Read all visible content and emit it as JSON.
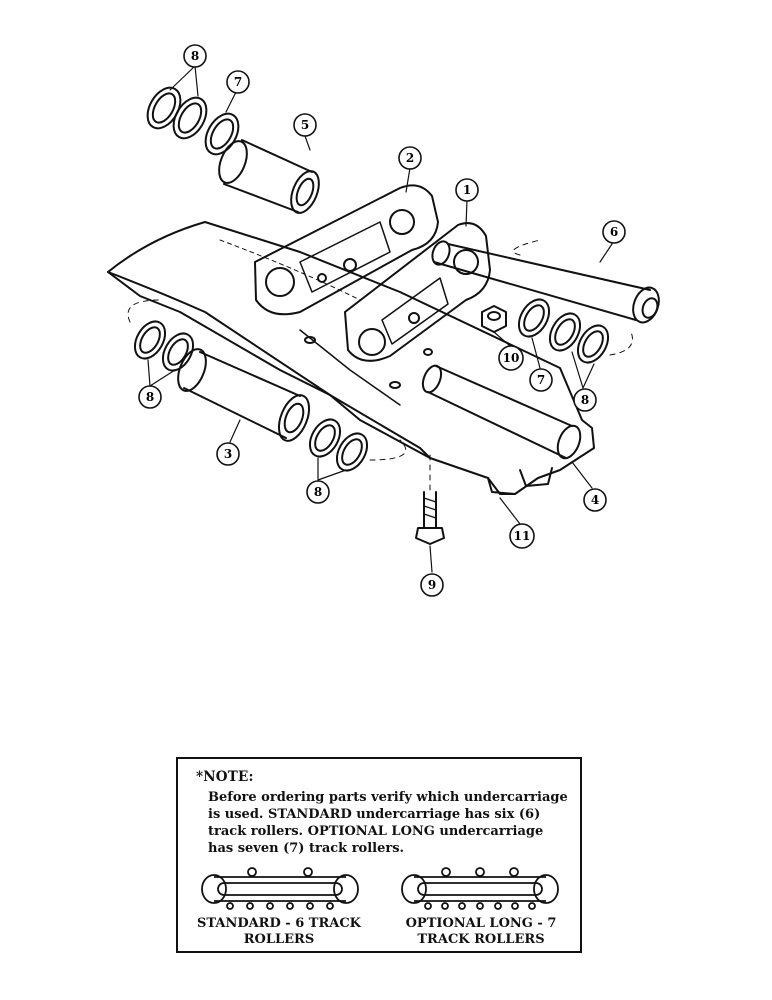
{
  "callouts": {
    "c1": "1",
    "c2": "2",
    "c3": "3",
    "c4": "4",
    "c5": "5",
    "c6": "6",
    "c7a": "7",
    "c7b": "7",
    "c8a": "8",
    "c8b": "8",
    "c8c": "8",
    "c8d": "8",
    "c9": "9",
    "c10": "10",
    "c11": "11"
  },
  "note": {
    "title": "*NOTE:",
    "body_lines": [
      "Before ordering parts verify which undercarriage",
      "is used. STANDARD undercarriage has six (6)",
      "track rollers. OPTIONAL LONG undercarriage",
      "has seven (7) track rollers."
    ],
    "standard_caption": [
      "STANDARD - 6 TRACK",
      "ROLLERS"
    ],
    "optional_caption": [
      "OPTIONAL LONG - 7",
      "TRACK ROLLERS"
    ]
  },
  "colors": {
    "ink": "#111111",
    "paper": "#ffffff"
  }
}
